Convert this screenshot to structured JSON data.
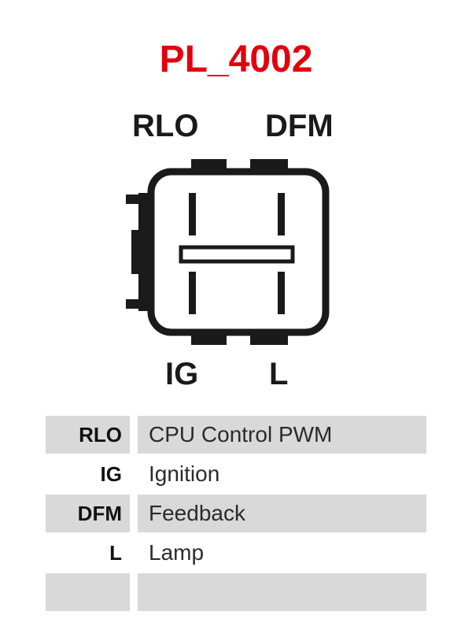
{
  "title": {
    "text": "PL_4002",
    "color": "#e2000f"
  },
  "connector": {
    "name": "4-pin alternator regulator connector",
    "callouts": [
      {
        "id": "rlo",
        "label": "RLO",
        "position": "top-left"
      },
      {
        "id": "dfm",
        "label": "DFM",
        "position": "top-right"
      },
      {
        "id": "ig",
        "label": "IG",
        "position": "bottom-left"
      },
      {
        "id": "l",
        "label": "L",
        "position": "bottom-right"
      }
    ],
    "stroke_color": "#1a1a1a",
    "fill_color": "#ffffff"
  },
  "pin_table": {
    "rows": [
      {
        "code": "RLO",
        "description": "CPU Control PWM",
        "shaded": true
      },
      {
        "code": "IG",
        "description": "Ignition",
        "shaded": false
      },
      {
        "code": "DFM",
        "description": "Feedback",
        "shaded": true
      },
      {
        "code": "L",
        "description": "Lamp",
        "shaded": false
      },
      {
        "code": "",
        "description": "",
        "shaded": true
      }
    ],
    "shade_color": "#d9d9d9"
  }
}
